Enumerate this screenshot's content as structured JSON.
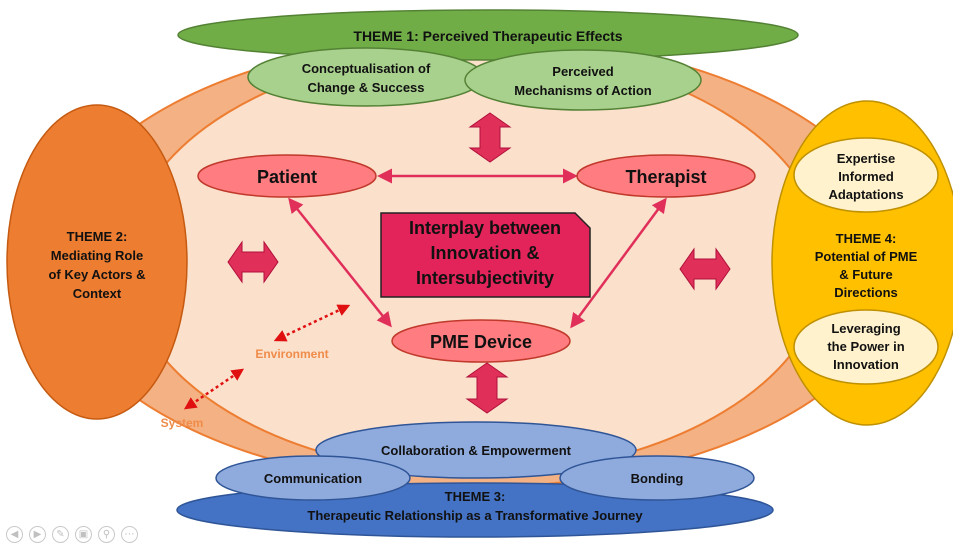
{
  "theme1": {
    "title": "THEME 1: Perceived Therapeutic Effects",
    "sub_left": [
      "Conceptualisation of",
      "Change & Success"
    ],
    "sub_right": [
      "Perceived",
      "Mechanisms of Action"
    ]
  },
  "theme2": {
    "lines": [
      "THEME 2:",
      "Mediating Role",
      "of Key Actors &",
      "Context"
    ]
  },
  "theme3": {
    "title": [
      "THEME 3:",
      "Therapeutic Relationship as a Transformative Journey"
    ],
    "collab": "Collaboration & Empowerment",
    "communication": "Communication",
    "bonding": "Bonding"
  },
  "theme4": {
    "lines": [
      "THEME 4:",
      "Potential of PME",
      "& Future",
      "Directions"
    ],
    "top": [
      "Expertise",
      "Informed",
      "Adaptations"
    ],
    "bottom": [
      "Leveraging",
      "the Power in",
      "Innovation"
    ]
  },
  "nodes": {
    "patient": "Patient",
    "therapist": "Therapist",
    "device": "PME Device"
  },
  "center": [
    "Interplay between",
    "Innovation &",
    "Intersubjectivity"
  ],
  "context": {
    "environment": "Environment",
    "system": "System"
  },
  "colors": {
    "outer": "#f4b183",
    "inner": "#fbe0cc",
    "theme1": "#70ad47",
    "theme1_sub": "#a9d18e",
    "theme2": "#ed7d31",
    "theme3": "#4472c4",
    "theme3_sub": "#8faadc",
    "theme4": "#ffc000",
    "node": "#ff7c80",
    "center": "#e2245a",
    "arrow": "#e0305a",
    "context_text": "#f08c4a",
    "dotted": "#e01010"
  },
  "nav_icons": [
    "prev-icon",
    "next-icon",
    "pen-icon",
    "slides-icon",
    "zoom-icon",
    "more-icon"
  ]
}
